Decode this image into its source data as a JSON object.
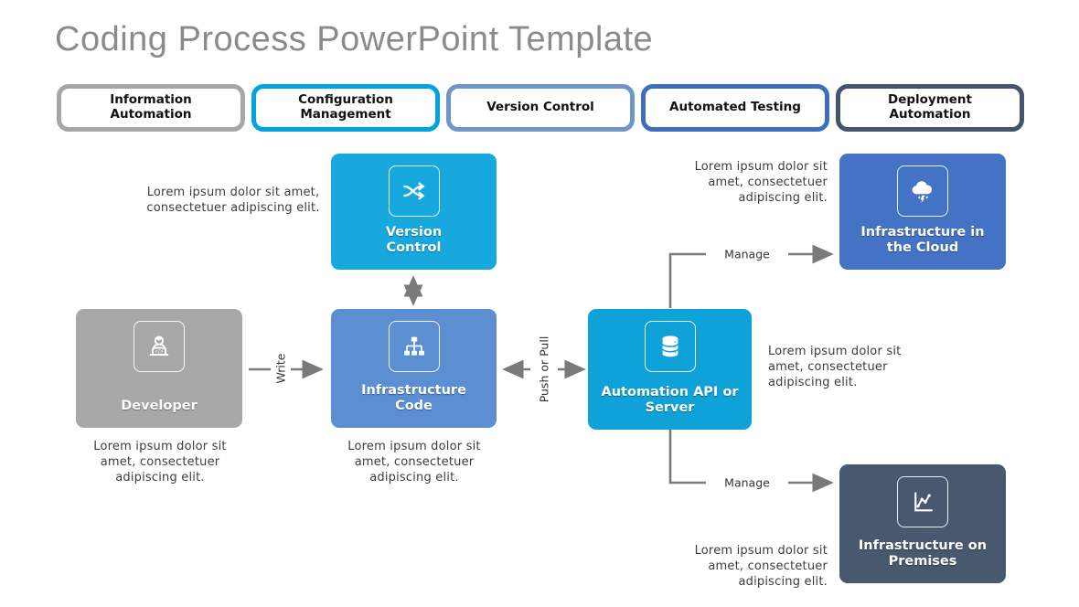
{
  "title": "Coding Process PowerPoint Template",
  "tabs": [
    {
      "label": "Information Automation",
      "color": "#a6a6a6"
    },
    {
      "label": "Configuration Management",
      "color": "#00a3e0"
    },
    {
      "label": "Version Control",
      "color": "#7096c8"
    },
    {
      "label": "Automated Testing",
      "color": "#3e6dbf"
    },
    {
      "label": "Deployment Automation",
      "color": "#44546a"
    }
  ],
  "boxes": {
    "version_control": {
      "label": "Version Control",
      "color": "#17a8de",
      "icon": "shuffle-icon"
    },
    "developer": {
      "label": "Developer",
      "color": "#a8a8a8",
      "icon": "developer-laptop-icon"
    },
    "infrastructure_code": {
      "label": "Infrastructure Code",
      "color": "#5b8fd2",
      "icon": "sitemap-icon"
    },
    "automation_api": {
      "label": "Automation API or Server",
      "color": "#0fa2d8",
      "icon": "database-icon"
    },
    "infrastructure_cloud": {
      "label": "Infrastructure in the Cloud",
      "color": "#4472c4",
      "icon": "cloud-storm-icon"
    },
    "infrastructure_premises": {
      "label": "Infrastructure on Premises",
      "color": "#47586f",
      "icon": "line-chart-icon"
    }
  },
  "connector_labels": {
    "write": "Write",
    "push_pull": "Push or Pull",
    "manage_top": "Manage",
    "manage_bottom": "Manage"
  },
  "placeholder_text": "Lorem ipsum dolor sit amet, consectetuer adipiscing elit.",
  "arrow_color": "#7a7a7a"
}
